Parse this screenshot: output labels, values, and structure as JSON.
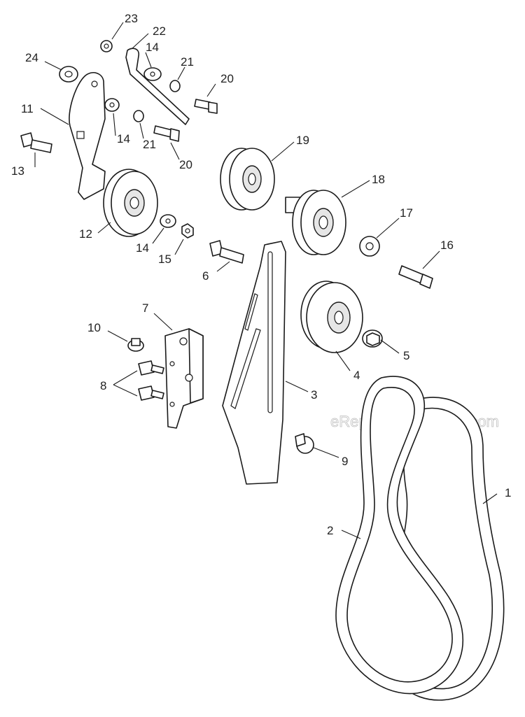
{
  "watermark": "eReplacementParts.com",
  "callouts": [
    {
      "id": "c1",
      "label": "1"
    },
    {
      "id": "c2",
      "label": "2"
    },
    {
      "id": "c3",
      "label": "3"
    },
    {
      "id": "c4",
      "label": "4"
    },
    {
      "id": "c5",
      "label": "5"
    },
    {
      "id": "c6",
      "label": "6"
    },
    {
      "id": "c7",
      "label": "7"
    },
    {
      "id": "c8",
      "label": "8"
    },
    {
      "id": "c9",
      "label": "9"
    },
    {
      "id": "c10",
      "label": "10"
    },
    {
      "id": "c11",
      "label": "11"
    },
    {
      "id": "c12",
      "label": "12"
    },
    {
      "id": "c13",
      "label": "13"
    },
    {
      "id": "c14a",
      "label": "14"
    },
    {
      "id": "c14b",
      "label": "14"
    },
    {
      "id": "c14c",
      "label": "14"
    },
    {
      "id": "c15",
      "label": "15"
    },
    {
      "id": "c16",
      "label": "16"
    },
    {
      "id": "c17",
      "label": "17"
    },
    {
      "id": "c18",
      "label": "18"
    },
    {
      "id": "c19",
      "label": "19"
    },
    {
      "id": "c20a",
      "label": "20"
    },
    {
      "id": "c20b",
      "label": "20"
    },
    {
      "id": "c21a",
      "label": "21"
    },
    {
      "id": "c21b",
      "label": "21"
    },
    {
      "id": "c22",
      "label": "22"
    },
    {
      "id": "c23",
      "label": "23"
    },
    {
      "id": "c24",
      "label": "24"
    }
  ]
}
